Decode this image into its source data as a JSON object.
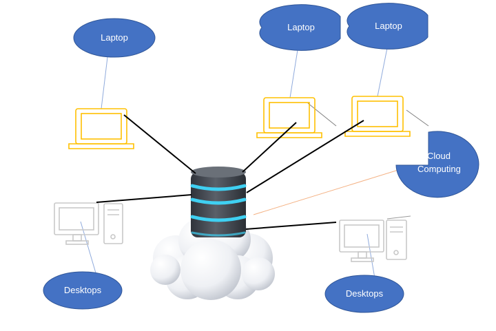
{
  "colors": {
    "ellipse_fill": "#4472c4",
    "ellipse_stroke": "#2f5597",
    "laptop": "#ffc000",
    "desktop": "#c8c8c8",
    "server_body": "#4a4f57",
    "server_glow": "#3fd0f2",
    "connector": "#000000",
    "thin_line": "#8faadc",
    "orange_line": "#f4b183"
  },
  "labels": {
    "laptop_left": "Laptop",
    "laptop_center": "Laptop",
    "laptop_right": "Laptop",
    "cloud_computing_line1": "Cloud",
    "cloud_computing_line2": "Computing",
    "desktops_left": "Desktops",
    "desktops_right": "Desktops"
  },
  "icons": {
    "laptop": "laptop-icon",
    "desktop": "desktop-computer-icon",
    "server": "database-server-icon",
    "cloud": "cloud-icon"
  }
}
